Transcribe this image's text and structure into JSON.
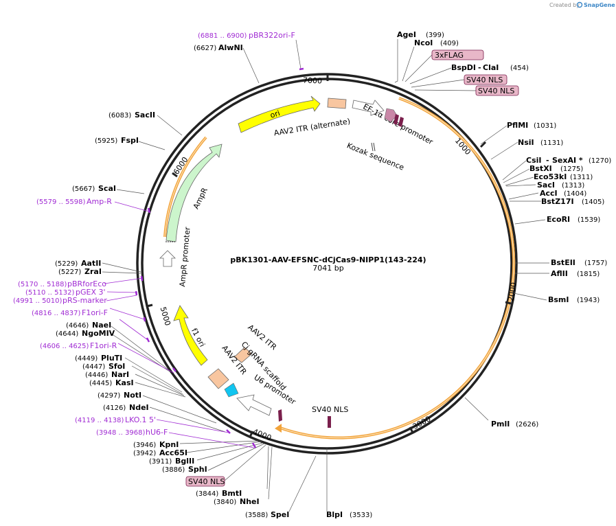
{
  "credit": {
    "prefix": "Created by",
    "brand": "SnapGene"
  },
  "plasmid": {
    "name": "pBK1301-AAV-EFSNC-dCjCas9-NIPP1(143-224)",
    "length": 7041,
    "length_label": "7041 bp"
  },
  "ruler": [
    "1000",
    "2000",
    "3000",
    "4000",
    "5000",
    "6000",
    "7000"
  ],
  "sites": [
    {
      "name": "AgeI",
      "pos": "(399)"
    },
    {
      "name": "NcoI",
      "pos": "(409)"
    },
    {
      "name": "BspDI",
      "name2": "ClaI",
      "pos": "(454)"
    },
    {
      "name": "PflMI",
      "pos": "(1031)"
    },
    {
      "name": "NsiI",
      "pos": "(1131)"
    },
    {
      "name": "CsiI",
      "name2": "SexAI *",
      "pos": "(1270)"
    },
    {
      "name": "BstXI",
      "pos": "(1275)"
    },
    {
      "name": "Eco53kI",
      "pos": "(1311)"
    },
    {
      "name": "SacI",
      "pos": "(1313)"
    },
    {
      "name": "AccI",
      "pos": "(1404)"
    },
    {
      "name": "BstZ17I",
      "pos": "(1405)"
    },
    {
      "name": "EcoRI",
      "pos": "(1539)"
    },
    {
      "name": "BstEII",
      "pos": "(1757)"
    },
    {
      "name": "AflII",
      "pos": "(1815)"
    },
    {
      "name": "BsmI",
      "pos": "(1943)"
    },
    {
      "name": "PmlI",
      "pos": "(2626)"
    },
    {
      "name": "BlpI",
      "pos": "(3533)"
    },
    {
      "name": "SpeI",
      "pos": "(3588)"
    },
    {
      "name": "NheI",
      "pos": "(3840)"
    },
    {
      "name": "BmtI",
      "pos": "(3844)"
    },
    {
      "name": "SphI",
      "pos": "(3886)"
    },
    {
      "name": "BglII",
      "pos": "(3911)"
    },
    {
      "name": "Acc65I",
      "pos": "(3942)"
    },
    {
      "name": "KpnI",
      "pos": "(3946)"
    },
    {
      "name": "NdeI",
      "pos": "(4126)"
    },
    {
      "name": "NotI",
      "pos": "(4297)"
    },
    {
      "name": "KasI",
      "pos": "(4445)"
    },
    {
      "name": "NarI",
      "pos": "(4446)"
    },
    {
      "name": "SfoI",
      "pos": "(4447)"
    },
    {
      "name": "PluTI",
      "pos": "(4449)"
    },
    {
      "name": "NgoMIV",
      "pos": "(4644)"
    },
    {
      "name": "NaeI",
      "pos": "(4646)"
    },
    {
      "name": "ZraI",
      "pos": "(5227)"
    },
    {
      "name": "AatII",
      "pos": "(5229)"
    },
    {
      "name": "ScaI",
      "pos": "(5667)"
    },
    {
      "name": "FspI",
      "pos": "(5925)"
    },
    {
      "name": "SacII",
      "pos": "(6083)"
    },
    {
      "name": "AlwNI",
      "pos": "(6627)"
    }
  ],
  "primers": [
    {
      "name": "pBR322ori-F",
      "range": "(6881 .. 6900)"
    },
    {
      "name": "Amp-R",
      "range": "(5579 .. 5598)"
    },
    {
      "name": "pBRforEco",
      "range": "(5170 .. 5188)"
    },
    {
      "name": "pGEX 3'",
      "range": "(5110 .. 5132)"
    },
    {
      "name": "pRS-marker",
      "range": "(4991 .. 5010)"
    },
    {
      "name": "F1ori-F",
      "range": "(4816 .. 4837)"
    },
    {
      "name": "F1ori-R",
      "range": "(4606 .. 4625)"
    },
    {
      "name": "LKO.1 5'",
      "range": "(4119 .. 4138)"
    },
    {
      "name": "hU6-F",
      "range": "(3948 .. 3968)"
    }
  ],
  "boxes": [
    "3xFLAG",
    "SV40 NLS",
    "SV40 NLS",
    "SV40 NLS"
  ],
  "features": {
    "ori": "ori",
    "aav_itr_alt": "AAV2 ITR (alternate)",
    "ef1a": "EF-1α core promoter",
    "kozak": "Kozak sequence",
    "ampr": "AmpR",
    "ampr_promoter": "AmpR promoter",
    "f1_ori": "f1 ori",
    "aav_itr_1": "AAV2 ITR",
    "aav_itr_2": "AAV2 ITR",
    "gRNA": "Cj gRNA scaffold",
    "u6": "U6 promoter",
    "sv40_inner": "SV40 NLS"
  },
  "colors": {
    "ring": "#222222",
    "orf": "#f2a33a",
    "primer": "#a02bd3",
    "ori": "#ffff00",
    "ampr": "#ccf5cc",
    "itr": "#f8c6a0",
    "nls": "#7a1f4c",
    "nls_box": "#e8b7c8",
    "u6": "#11c5f0",
    "credit": "#3b86c6"
  }
}
